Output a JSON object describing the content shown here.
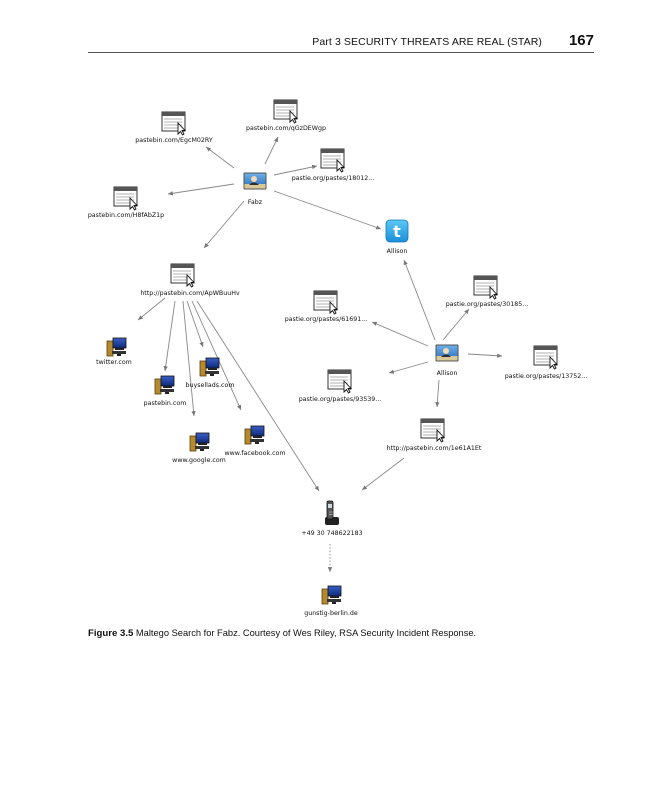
{
  "header": {
    "part": "Part 3  SECURITY THREATS ARE REAL (STAR)",
    "page_number": "167"
  },
  "figure": {
    "nodes": {
      "pb_egc": "pastebin.com/EgcM02RY",
      "pb_qgz": "pastebin.com/qGzDEWgp",
      "pastie_18012": "pastie.org/pastes/18012...",
      "pb_h8f": "pastebin.com/H8fAbZ1p",
      "fabz": "Fabz",
      "twitter_allison": "Allison",
      "pb_apw": "http://pastebin.com/ApWBuuHv",
      "pastie_30185": "pastie.org/pastes/30185...",
      "pastie_61691": "pastie.org/pastes/61691...",
      "twitter_com": "twitter.com",
      "buysellads": "buysellads.com",
      "allison": "Allison",
      "pastie_13752": "pastie.org/pastes/13752...",
      "pastebin_com": "pastebin.com",
      "pastie_93539": "pastie.org/pastes/93539...",
      "pb_1e61": "http://pastebin.com/1e61A1Et",
      "google": "www.google.com",
      "facebook": "www.facebook.com",
      "phone": "+49 30 748622183",
      "gunstig": "gunstig-berlin.de"
    }
  },
  "caption": {
    "label": "Figure 3.5",
    "title": "Maltego Search for Fabz.",
    "credit": "Courtesy of Wes Riley, RSA Security Incident Response."
  }
}
